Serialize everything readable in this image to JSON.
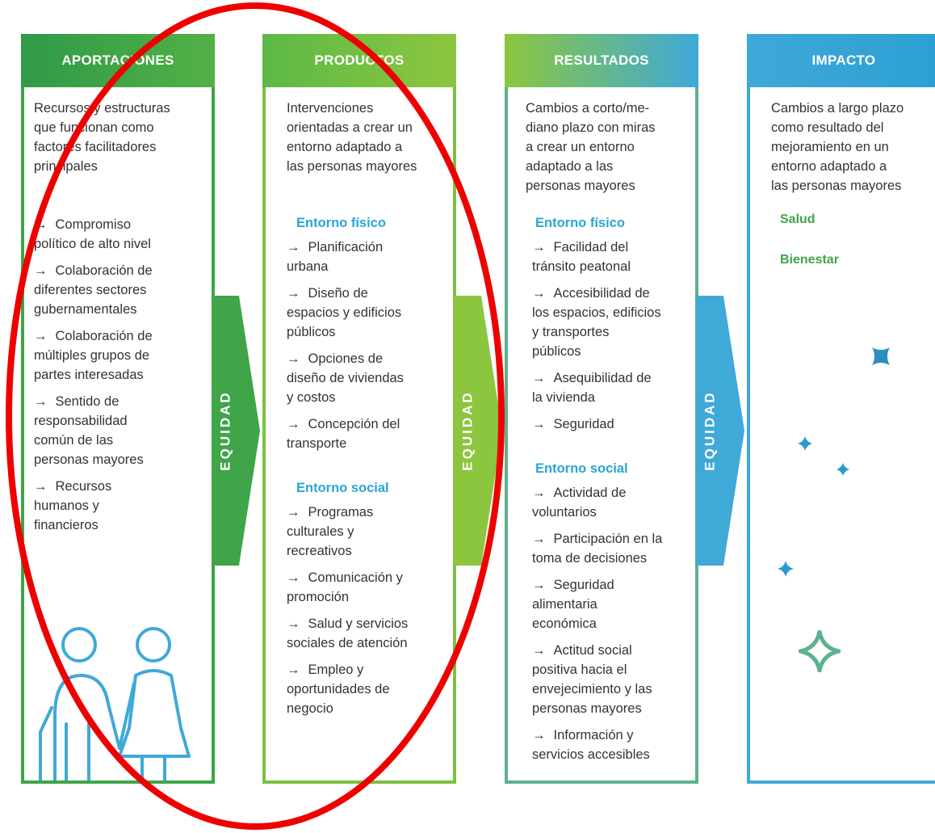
{
  "columns": {
    "aportaciones": {
      "title": "APORTACIONES",
      "description": [
        "Recursos y estructuras",
        "que funcionan como",
        "factores facilitadores",
        "principales"
      ],
      "items": [
        [
          "Compromiso",
          "político de alto nivel"
        ],
        [
          "Colaboración de",
          "diferentes sectores",
          "gubernamentales"
        ],
        [
          "Colaboración de",
          "múltiples grupos de",
          "partes interesadas"
        ],
        [
          "Sentido de",
          "responsabilidad",
          "común de las",
          "personas mayores"
        ],
        [
          "Recursos",
          "humanos y",
          "financieros"
        ]
      ]
    },
    "productos": {
      "title": "PRODUCTOS",
      "description": [
        "Intervenciones",
        "orientadas a crear un",
        "entorno adaptado a",
        "las personas mayores"
      ],
      "section1_title": "Entorno físico",
      "section1_items": [
        [
          "Planificación",
          "urbana"
        ],
        [
          "Diseño de",
          "espacios y edificios",
          "públicos"
        ],
        [
          "Opciones de",
          "diseño de viviendas",
          "y costos"
        ],
        [
          "Concepción del",
          "transporte"
        ]
      ],
      "section2_title": "Entorno social",
      "section2_items": [
        [
          "Programas",
          "culturales y",
          "recreativos"
        ],
        [
          "Comunicación y",
          "promoción"
        ],
        [
          "Salud y servicios",
          "sociales de atención"
        ],
        [
          "Empleo y",
          "oportunidades de",
          "negocio"
        ]
      ]
    },
    "resultados": {
      "title": "RESULTADOS",
      "description": [
        "Cambios a corto/me-",
        "diano plazo con miras",
        "a crear un entorno",
        "adaptado a las",
        "personas mayores"
      ],
      "section1_title": "Entorno físico",
      "section1_items": [
        [
          "Facilidad del",
          "tránsito peatonal"
        ],
        [
          "Accesibilidad de",
          "los espacios, edificios",
          "y transportes",
          "públicos"
        ],
        [
          "Asequibilidad de",
          "la vivienda"
        ],
        [
          "Seguridad"
        ]
      ],
      "section2_title": "Entorno social",
      "section2_items": [
        [
          "Actividad de",
          "voluntarios"
        ],
        [
          "Participación en la",
          "toma de decisiones"
        ],
        [
          "Seguridad",
          "alimentaria",
          "económica"
        ],
        [
          "Actitud social",
          "positiva hacia el",
          "envejecimiento y las",
          "personas mayores"
        ],
        [
          "Información y",
          "servicios accesibles"
        ]
      ]
    },
    "impacto": {
      "title": "IMPACTO",
      "description": [
        "Cambios a largo plazo",
        "como resultado del",
        "mejoramiento en un",
        "entorno adaptado a",
        "las personas mayores"
      ],
      "items": [
        "Salud",
        "Bienestar"
      ]
    }
  },
  "equity_label": "EQUIDAD",
  "arrow_glyph": "→",
  "colors": {
    "green": "#3fa548",
    "light_green": "#8cc63f",
    "blue": "#3fa9d8",
    "section_title": "#2aa6d6",
    "annotation": "#ee0000"
  }
}
